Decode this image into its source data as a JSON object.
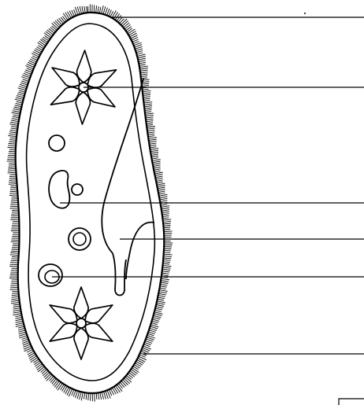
{
  "diagram": {
    "subject": "paramecium",
    "label_lines": [
      {
        "target": "cilia"
      },
      {
        "target": "contractile-vacuole"
      },
      {
        "target": "macronucleus"
      },
      {
        "target": "oral-groove"
      },
      {
        "target": "food-vacuole"
      },
      {
        "target": "pellicle"
      }
    ],
    "colors": {
      "ink": "#000000",
      "background": "#ffffff"
    }
  }
}
